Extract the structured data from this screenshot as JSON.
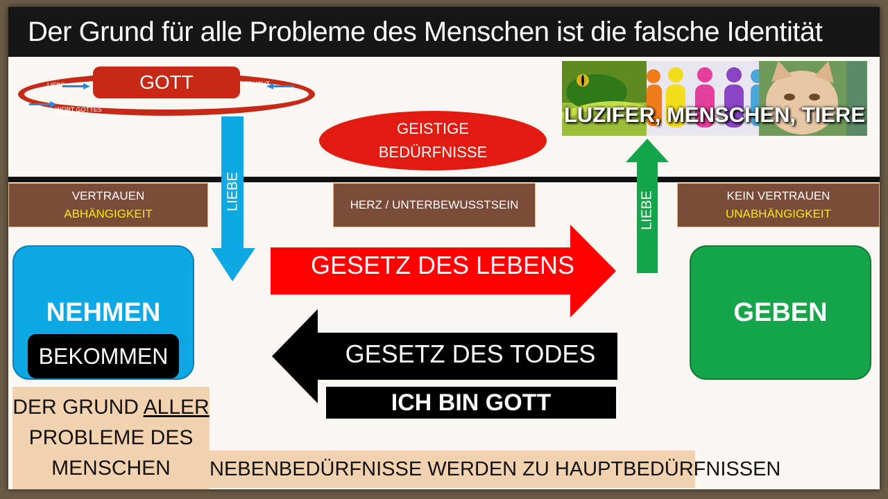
{
  "title": "Der Grund für alle Probleme des Menschen ist die falsche Identität",
  "god": {
    "label": "GOTT",
    "ring_labels": {
      "left_top": "LIEBE",
      "left_bottom": "WORT GOTTES",
      "right_top": "FRUCHT"
    }
  },
  "spiritual_needs": {
    "line1": "GEISTIGE",
    "line2": "BEDÜRFNISSE"
  },
  "love_down_label": "LIEBE",
  "love_up_label": "LIEBE",
  "left_state": {
    "line1": "VERTRAUEN",
    "line2": "ABHÄNGIGKEIT"
  },
  "center_state": "HERZ / UNTERBEWUSSTSEIN",
  "right_state": {
    "line1": "KEIN VERTRAUEN",
    "line2": "UNABHÄNGIGKEIT"
  },
  "take_label": "NEHMEN",
  "receive_label": "BEKOMMEN",
  "give_label": "GEBEN",
  "law_of_life": "GESETZ DES LEBENS",
  "law_of_death": "GESETZ DES TODES",
  "i_am_god": "ICH BIN GOTT",
  "reason": {
    "line1a": "DER GRUND ",
    "line1b": "ALLER",
    "line2": "PROBLEME DES",
    "line3": "MENSCHEN"
  },
  "secondary_needs": "NEBENBEDÜRFNISSE WERDEN ZU HAUPTBEDÜRFNISSEN",
  "beings_caption": "LUZIFER, MENSCHEN, TIERE",
  "colors": {
    "god_red": "#c62a16",
    "law_life_red": "#ff0000",
    "love_blue": "#0ea8e6",
    "give_green": "#16a54a",
    "brown_box": "#7b4b3a",
    "highlight_yellow": "#f5e51c",
    "reason_beige": "#f3d2b0"
  }
}
